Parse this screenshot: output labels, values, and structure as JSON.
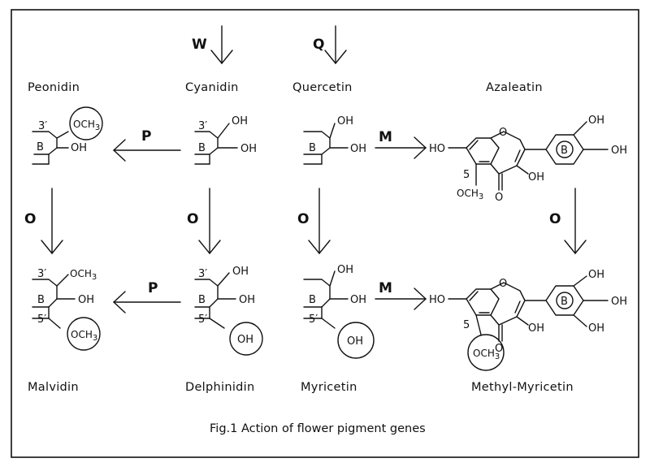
{
  "caption": "Fig.1 Action of flower pigment genes",
  "genes": {
    "w": "W",
    "q": "Q",
    "p_top": "P",
    "m_top": "M",
    "o_1": "O",
    "o_2": "O",
    "o_3": "O",
    "o_4": "O",
    "p_bottom": "P",
    "m_bottom": "M"
  },
  "compounds": {
    "peonidin": "Peonidin",
    "cyanidin": "Cyanidin",
    "quercetin": "Quercetin",
    "azaleatin": "Azaleatin",
    "malvidin": "Malvidin",
    "delphinidin": "Delphinidin",
    "myricetin": "Myricetin",
    "methyl_myricetin": "Methyl-Myricetin"
  },
  "atoms": {
    "och3": "OCH",
    "sub3": "3",
    "oh": "OH",
    "ho": "HO",
    "b": "B",
    "o": "O",
    "pos3": "3′",
    "pos5": "5′",
    "pos5_plain": "5"
  }
}
